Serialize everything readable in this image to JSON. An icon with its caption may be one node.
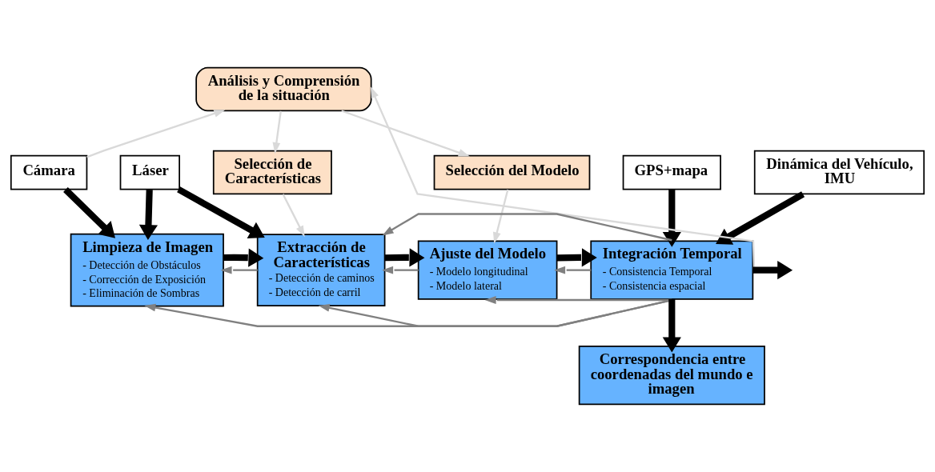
{
  "diagram": {
    "nodes": [
      {
        "text": [
          "Análisis y Comprensión de la situación"
        ]
      },
      {
        "text": [
          "Cámara"
        ]
      },
      {
        "text": [
          "Láser"
        ]
      },
      {
        "text": [
          "Selección de Características"
        ]
      },
      {
        "text": [
          "Selección del Modelo"
        ]
      },
      {
        "text": [
          "Dinámica del Vehículo, IMU"
        ]
      },
      {
        "text": [
          "GPS+mapa"
        ]
      },
      {
        "text": [
          "Limpieza de Imagen",
          "- Detección de Obstáculos",
          "- Corrección de Exposición",
          "- Eliminación de Sombras"
        ]
      },
      {
        "text": [
          "Extracción de Características",
          "- Detección de caminos",
          "- Detección de carril"
        ]
      },
      {
        "text": [
          "Ajuste del Modelo",
          "- Modelo longitudinal",
          "- Modelo lateral"
        ]
      },
      {
        "text": [
          "Integración Temporal",
          "- Consistencia Temporal",
          "- Consistencia espacial"
        ]
      },
      {
        "text": [
          "Correspondencia entre coordenadas del mundo e imagen"
        ]
      }
    ],
    "edges": [
      {
        "from": 1,
        "to": 0,
        "arrow": "to",
        "color": "#d9d9d9"
      },
      {
        "from": 10,
        "to": 0,
        "arrow": "to",
        "color": "#d9d9d9"
      },
      {
        "from": 0,
        "to": 3,
        "arrow": "to",
        "color": "#d9d9d9"
      },
      {
        "from": 0,
        "to": 4,
        "arrow": "to",
        "color": "#d9d9d9"
      },
      {
        "from": 3,
        "to": 8,
        "arrow": "to",
        "color": "#d9d9d9"
      },
      {
        "from": 4,
        "to": 9,
        "arrow": "to",
        "color": "#d9d9d9"
      },
      {
        "from": 1,
        "to": 7,
        "arrow": "to",
        "style": "thick"
      },
      {
        "from": 2,
        "to": 7,
        "arrow": "to",
        "style": "thick"
      },
      {
        "from": 2,
        "to": 8,
        "arrow": "to",
        "style": "thick"
      },
      {
        "from": 5,
        "to": 10,
        "arrow": "to",
        "style": "thick"
      },
      {
        "from": 6,
        "to": 10,
        "arrow": "to",
        "style": "thick"
      },
      {
        "from": 7,
        "to": 8,
        "arrow": "to",
        "style": "thick"
      },
      {
        "from": 8,
        "to": 9,
        "arrow": "to",
        "style": "thick"
      },
      {
        "from": 9,
        "to": 10,
        "arrow": "to",
        "style": "thick"
      },
      {
        "from": 10,
        "to": null,
        "arrow": "to",
        "style": "thick"
      },
      {
        "from": 10,
        "to": 11,
        "arrow": "to",
        "style": "thick"
      },
      {
        "from": 8,
        "to": 7,
        "arrow": "to",
        "color": "#808080"
      },
      {
        "from": 9,
        "to": 8,
        "arrow": "to",
        "color": "#808080"
      },
      {
        "from": 10,
        "to": 9,
        "arrow": "to",
        "color": "#808080"
      },
      {
        "from": 10,
        "to": 8,
        "arrow": "to",
        "color": "#808080"
      },
      {
        "from": 10,
        "to": 7,
        "arrow": "to",
        "color": "#808080"
      },
      {
        "from": 10,
        "to": 8,
        "arrow": "to",
        "color": "#808080"
      },
      {
        "from": 10,
        "to": 9,
        "arrow": "to",
        "color": "#808080"
      }
    ]
  }
}
